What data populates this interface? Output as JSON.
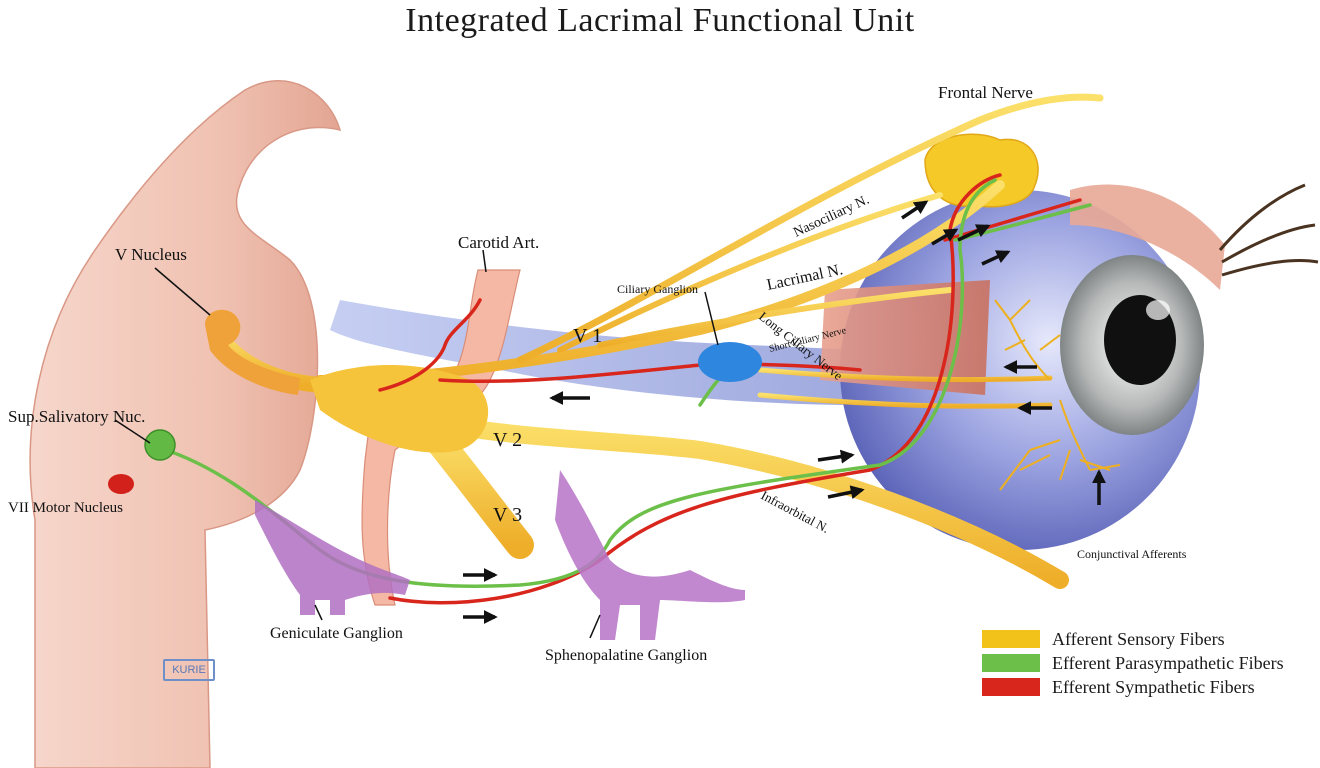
{
  "title": "Integrated Lacrimal Functional Unit",
  "labels": {
    "frontal_nerve": "Frontal Nerve",
    "nasociliary": "Nasociliary N.",
    "carotid": "Carotid Art.",
    "v_nucleus": "V  Nucleus",
    "ciliary_ganglion": "Ciliary Ganglion",
    "lacrimal_nerve": "Lacrimal N.",
    "long_ciliary": "Long Ciliary Nerve",
    "short_ciliary": "Short Ciliary Nerve",
    "v1": "V 1",
    "v2": "V 2",
    "v3": "V 3",
    "sup_salivatory": "Sup.Salivatory Nuc.",
    "vii_motor": "VII Motor Nucleus",
    "infraorbital": "Infraorbital N.",
    "conjunctival_afferents": "Conjunctival Afferents",
    "geniculate": "Geniculate Ganglion",
    "sphenopalatine": "Sphenopalatine Ganglion"
  },
  "watermark": "KURIE",
  "legend": [
    {
      "label": "Afferent Sensory Fibers",
      "color": "#f2c21a"
    },
    {
      "label": "Efferent Parasympathetic Fibers",
      "color": "#6cc04a"
    },
    {
      "label": "Efferent Sympathetic Fibers",
      "color": "#d9261c"
    }
  ],
  "colors": {
    "afferent": "#f2c21a",
    "parasympathetic": "#6cc04a",
    "sympathetic": "#d9261c",
    "brainstem": "#f1c6b8",
    "eyeball": "#8e96d8",
    "ganglion_purple": "#b878c8",
    "ciliary_ganglion": "#2e86de"
  }
}
